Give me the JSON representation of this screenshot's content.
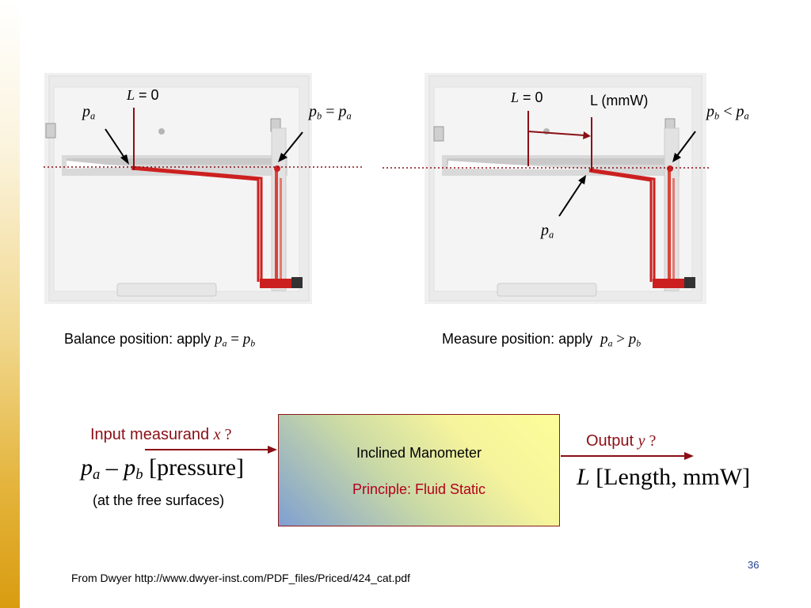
{
  "left_panel": {
    "label_L0_var": "L",
    "label_L0_rest": " = 0",
    "label_pa_var": "p",
    "label_pa_sub": "a",
    "label_eq_lhs_var": "p",
    "label_eq_lhs_sub": "b",
    "label_eq_op": " = ",
    "label_eq_rhs_var": "p",
    "label_eq_rhs_sub": "a",
    "caption": "Balance position:   apply",
    "cond_lhs_var": "p",
    "cond_lhs_sub": "a",
    "cond_op": " = ",
    "cond_rhs_var": "p",
    "cond_rhs_sub": "b"
  },
  "right_panel": {
    "label_L0_var": "L",
    "label_L0_rest": " = 0",
    "label_L_mmW": "L (mmW)",
    "label_ineq_lhs_var": "p",
    "label_ineq_lhs_sub": "b",
    "label_ineq_op": " < ",
    "label_ineq_rhs_var": "p",
    "label_ineq_rhs_sub": "a",
    "label_pa_var": "p",
    "label_pa_sub": "a",
    "caption": "Measure position:   apply",
    "cond_lhs_var": "p",
    "cond_lhs_sub": "a",
    "cond_op": " > ",
    "cond_rhs_var": "p",
    "cond_rhs_sub": "b"
  },
  "block": {
    "input_label": "Input measurand",
    "input_var": "x",
    "input_q": " ?",
    "input_expr_a_var": "p",
    "input_expr_a_sub": "a",
    "input_expr_minus": " – ",
    "input_expr_b_var": "p",
    "input_expr_b_sub": "b",
    "input_expr_unit": " [pressure]",
    "input_note": "(at the free surfaces)",
    "title": "Inclined Manometer",
    "principle": "Principle:  Fluid Static",
    "output_label": "Output",
    "output_var": "y",
    "output_q": " ?",
    "output_expr_var": "L",
    "output_expr_unit": " [Length, mmW]"
  },
  "footer": {
    "source": "From Dwyer http://www.dwyer-inst.com/PDF_files/Priced/424_cat.pdf",
    "page_number": "36"
  },
  "colors": {
    "accent_red": "#8b0f16",
    "principle_red": "#b3001b",
    "page_number_blue": "#1f3f8f",
    "side_bar_gold": "#d99c10"
  }
}
